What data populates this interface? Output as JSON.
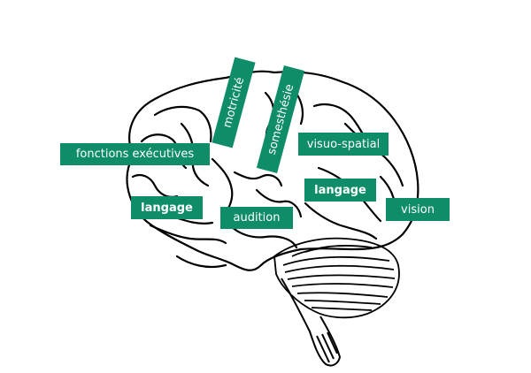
{
  "figure": {
    "title": "",
    "accent_color": "#0f8c68",
    "label_text_color": "#ffffff",
    "outline_color": "#000000"
  },
  "regions": [
    {
      "id": "fonctions-executives",
      "label": "fonctions exécutives",
      "bold": false
    },
    {
      "id": "motricite",
      "label": "motricité",
      "bold": false
    },
    {
      "id": "somesthesie",
      "label": "somesthésie",
      "bold": false
    },
    {
      "id": "visuo-spatial",
      "label": "visuo-spatial",
      "bold": false
    },
    {
      "id": "langage-frontal",
      "label": "langage",
      "bold": true
    },
    {
      "id": "langage-parietal",
      "label": "langage",
      "bold": true
    },
    {
      "id": "audition",
      "label": "audition",
      "bold": false
    },
    {
      "id": "vision",
      "label": "vision",
      "bold": false
    }
  ]
}
